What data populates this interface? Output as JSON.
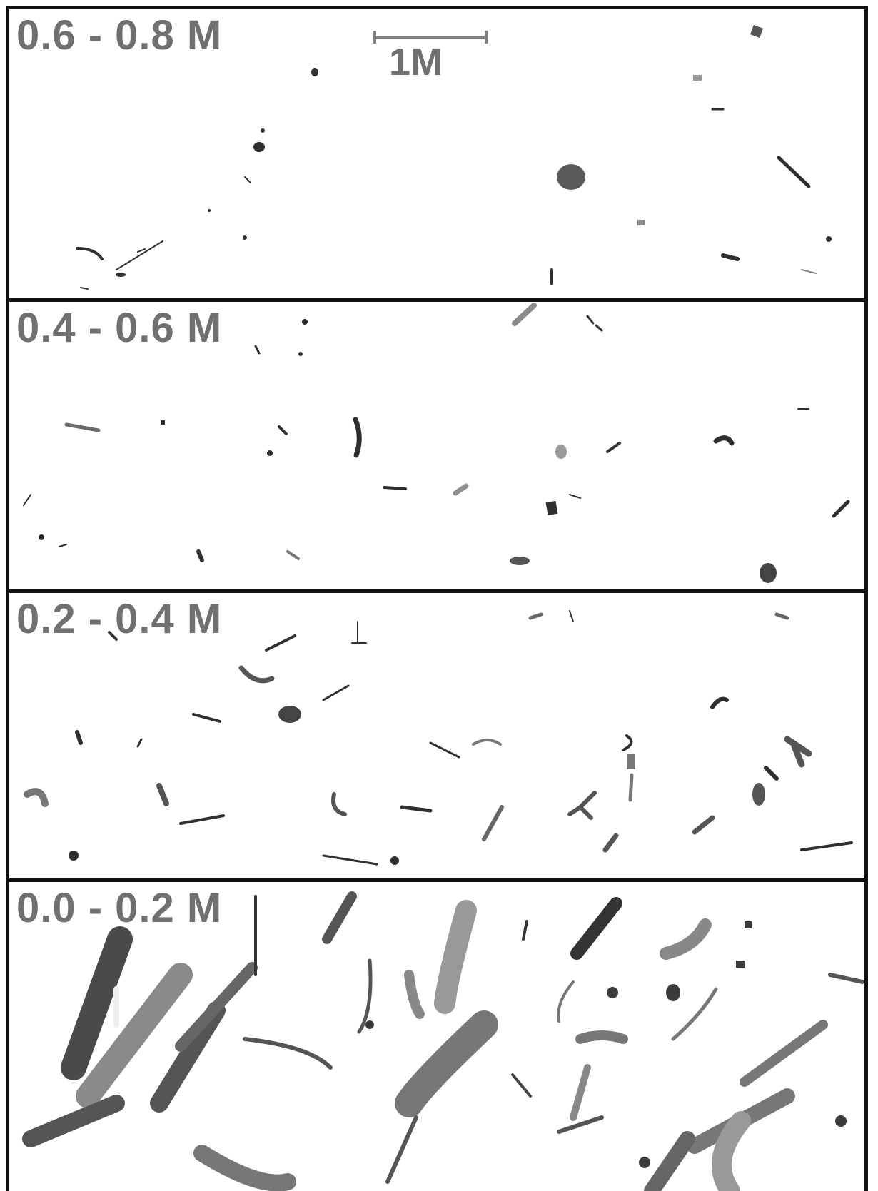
{
  "panels": [
    {
      "label": "0.6 - 0.8 M"
    },
    {
      "label": "0.4 - 0.6 M"
    },
    {
      "label": "0.2 - 0.4 M"
    },
    {
      "label": "0.0 - 0.2 M"
    }
  ],
  "scalebar": {
    "label": "1M"
  },
  "colors": {
    "frame": "#111111",
    "label_text": "#707070",
    "bone_dark": "#2a2a2a",
    "bone_mid": "#6b6b6b",
    "bone_light": "#a8a8a8"
  }
}
